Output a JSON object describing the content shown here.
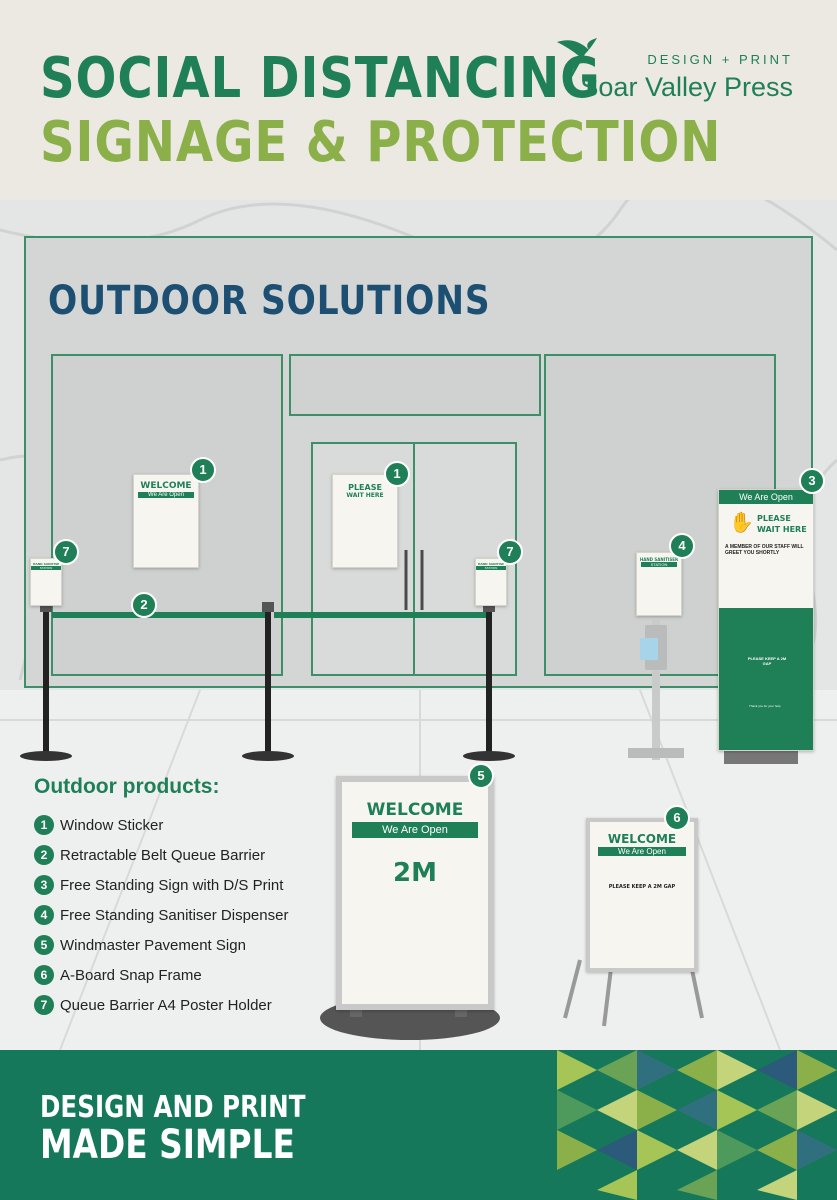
{
  "header": {
    "title_line1": "SOCIAL DISTANCING",
    "title_line2": "SIGNAGE & PROTECTION",
    "logo_tagline": "DESIGN + PRINT",
    "logo_name": "Soar Valley Press"
  },
  "scene": {
    "section_title": "OUTDOOR SOLUTIONS",
    "badges": [
      "1",
      "1",
      "2",
      "3",
      "4",
      "5",
      "6",
      "7",
      "7"
    ],
    "window_sign": {
      "title": "WELCOME",
      "bar": "We Are Open"
    },
    "door_sign": {
      "title": "PLEASE",
      "subtitle": "WAIT HERE"
    },
    "queue_sign": {
      "title": "HAND SANITISE",
      "bar": "STATION"
    },
    "sanitiser_sign": {
      "title": "HAND SANITISER",
      "bar": "STATION"
    },
    "standing_sign": {
      "bar": "We Are Open",
      "title": "PLEASE",
      "subtitle": "WAIT HERE",
      "message": "A MEMBER OF OUR STAFF WILL GREET YOU SHORTLY",
      "gap_text": "PLEASE KEEP A 2M GAP",
      "thanks": "Thank you for your help"
    },
    "pavement_sign": {
      "title": "WELCOME",
      "bar": "We Are Open",
      "distance": "2M"
    },
    "aboard_sign": {
      "title": "WELCOME",
      "bar": "We Are Open",
      "gap_text": "PLEASE KEEP A 2M GAP"
    }
  },
  "products": {
    "title": "Outdoor products:",
    "items": [
      {
        "num": "1",
        "label": "Window Sticker"
      },
      {
        "num": "2",
        "label": "Retractable Belt Queue Barrier"
      },
      {
        "num": "3",
        "label": "Free Standing Sign with D/S Print"
      },
      {
        "num": "4",
        "label": "Free Standing Sanitiser Dispenser"
      },
      {
        "num": "5",
        "label": "Windmaster Pavement Sign"
      },
      {
        "num": "6",
        "label": "A-Board Snap Frame"
      },
      {
        "num": "7",
        "label": "Queue Barrier A4 Poster Holder"
      }
    ]
  },
  "footer": {
    "line1": "DESIGN AND PRINT",
    "line2": "MADE SIMPLE"
  },
  "colors": {
    "brand_green": "#1f7f57",
    "light_green": "#8bb04a",
    "navy": "#1d4f73",
    "footer_green": "#15785a"
  }
}
